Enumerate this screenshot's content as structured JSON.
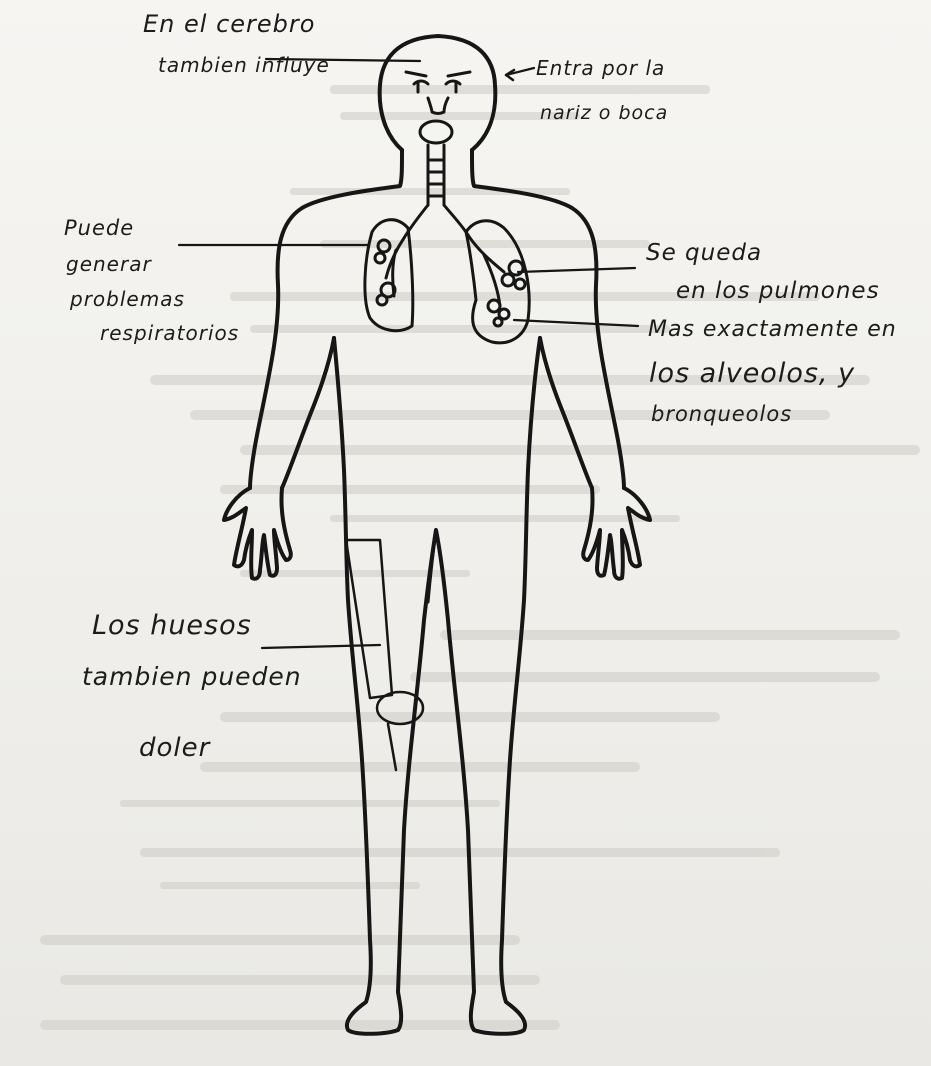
{
  "annotations": {
    "brain": {
      "line1": "En el cerebro",
      "line2": "tambien influye"
    },
    "entry": {
      "line1": "Entra  por la",
      "line2": "nariz  o  boca"
    },
    "respiratory": {
      "line1": "Puede",
      "line2": "generar",
      "line3": "problemas",
      "line4": "respiratorios"
    },
    "lungs": {
      "line1": "Se queda",
      "line2": "en los pulmones"
    },
    "alveoli": {
      "line1": "Mas exactamente en",
      "line2": "los alveolos, y",
      "line3": "bronqueolos"
    },
    "bones": {
      "line1": "Los huesos",
      "line2": "tambien pueden",
      "line3": "doler"
    }
  },
  "colors": {
    "ink": "#1c1c1c",
    "paper": "#f2f1ee",
    "bleed_text": "#c9c8c4"
  }
}
